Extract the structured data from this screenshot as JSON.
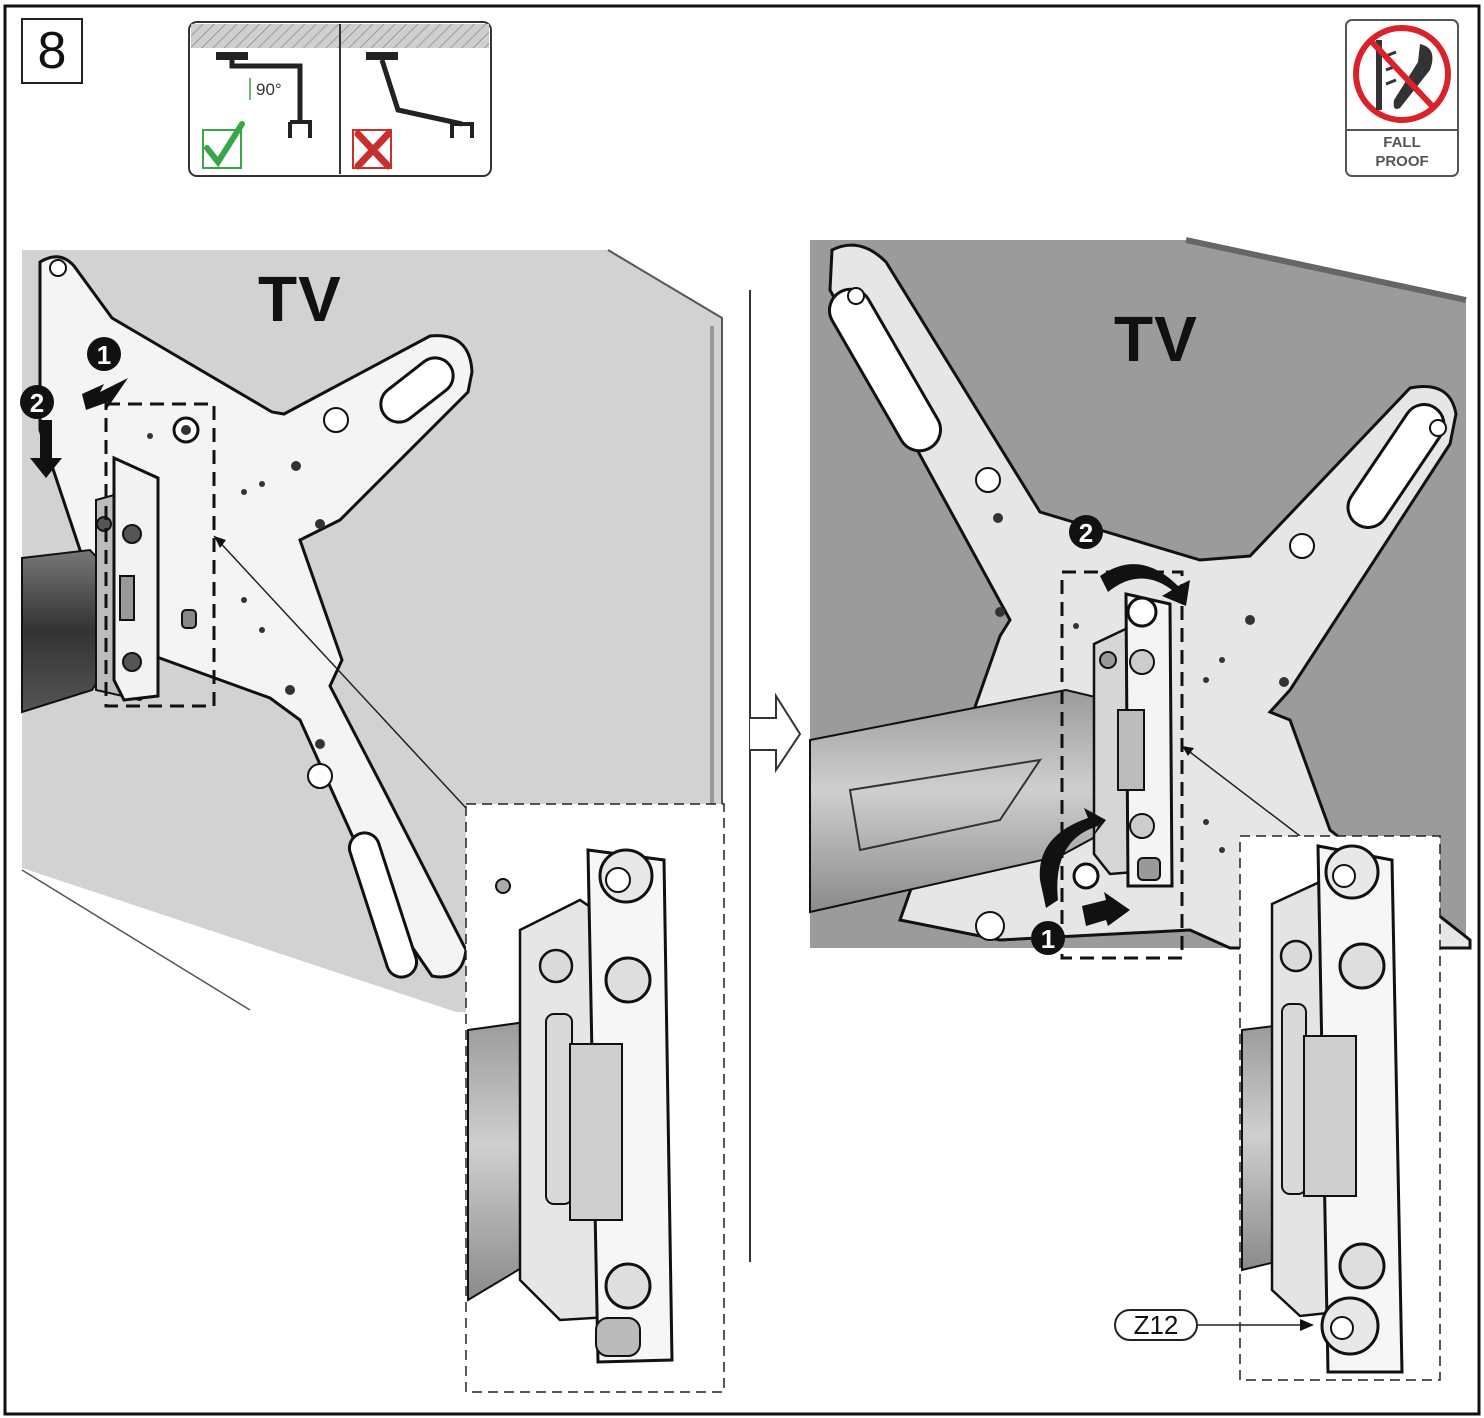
{
  "step": {
    "number": "8"
  },
  "left_panel": {
    "label": "TV",
    "callout_1": "1",
    "callout_2": "2"
  },
  "right_panel": {
    "label": "TV",
    "callout_1": "1",
    "callout_2": "2"
  },
  "orientation_guide": {
    "angle_label": "90°"
  },
  "badge": {
    "line1": "FALL",
    "line2": "PROOF"
  },
  "part_label": "Z12",
  "colors": {
    "check": "#3aa64a",
    "cross": "#c8302c",
    "badge_red": "#d9222a"
  }
}
